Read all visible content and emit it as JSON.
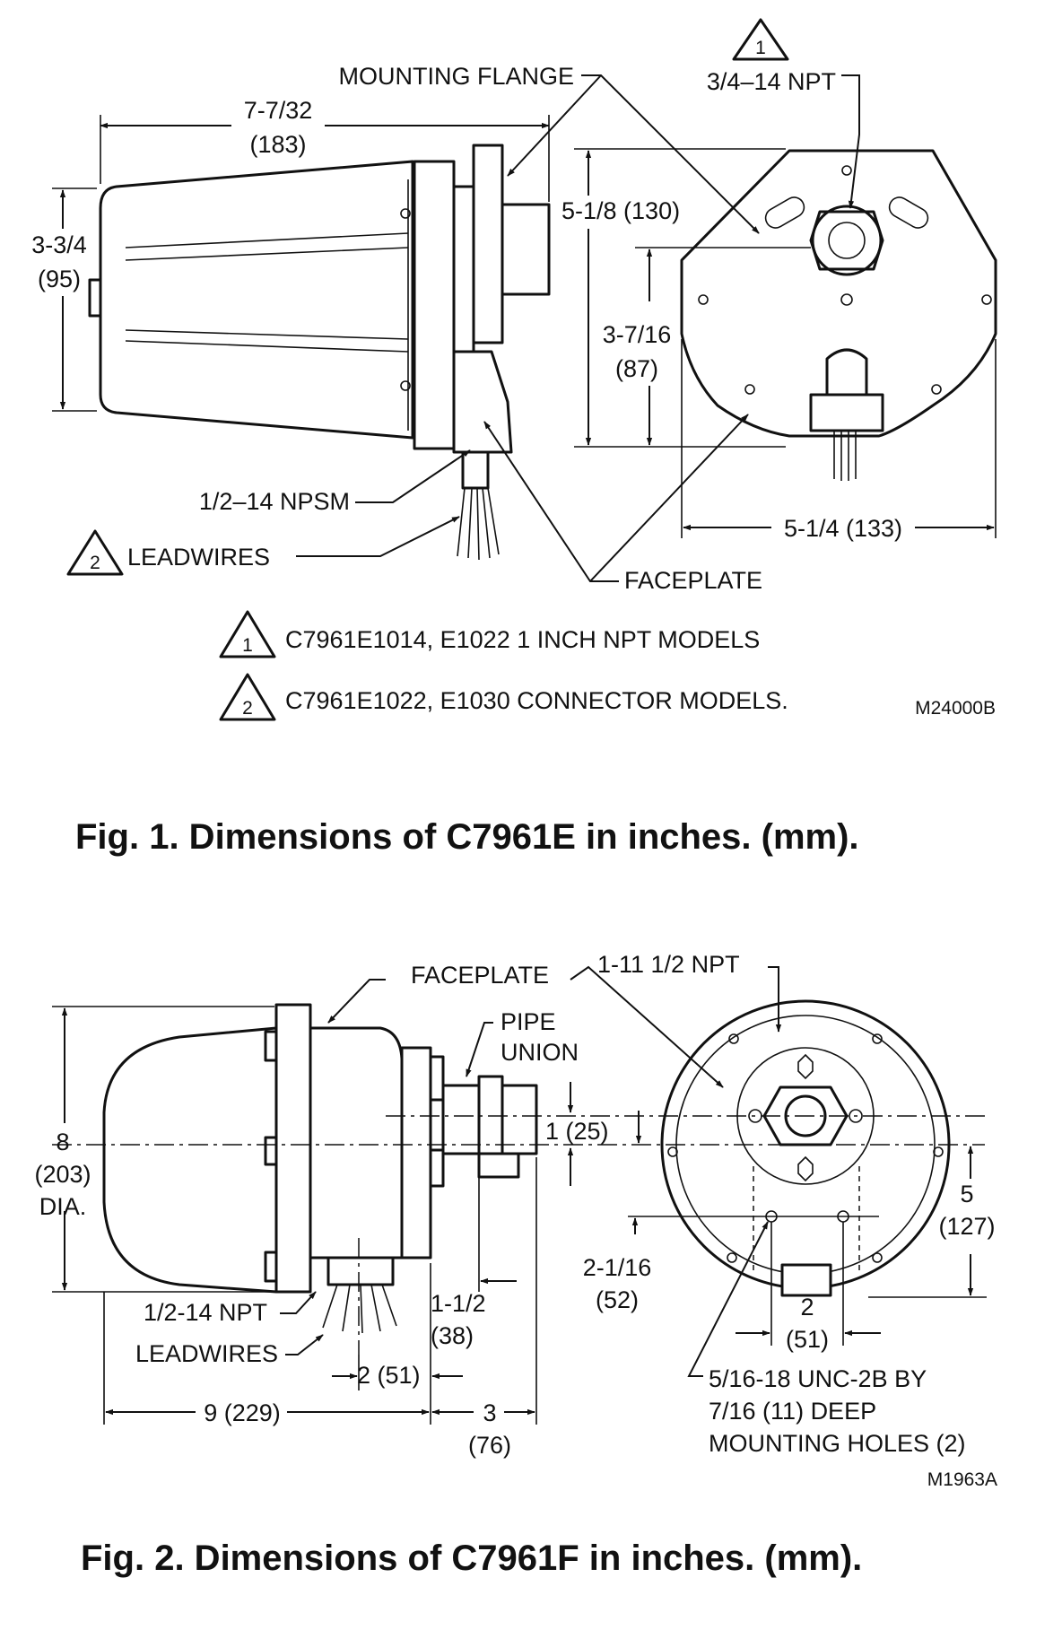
{
  "fig1": {
    "labels": {
      "mounting_flange": "MOUNTING FLANGE",
      "npt_3_4": "3/4–14 NPT",
      "length_in": "7-7/32",
      "length_mm": "(183)",
      "height_in": "3-3/4",
      "height_mm": "(95)",
      "face_height": "5-1/8 (130)",
      "inner_height_in": "3-7/16",
      "inner_height_mm": "(87)",
      "face_width": "5-1/4 (133)",
      "npsm": "1/2–14 NPSM",
      "leadwires": "LEADWIRES",
      "faceplate": "FACEPLATE",
      "marker1": "1",
      "marker2": "2"
    },
    "notes": [
      {
        "marker": "1",
        "text": "C7961E1014, E1022 1 INCH NPT MODELS"
      },
      {
        "marker": "2",
        "text": "C7961E1022, E1030 CONNECTOR MODELS."
      }
    ],
    "drawing_id": "M24000B",
    "caption": "Fig. 1.  Dimensions of C7961E in inches. (mm)."
  },
  "fig2": {
    "labels": {
      "faceplate": "FACEPLATE",
      "npt_1_11": "1-11 1/2 NPT",
      "pipe": "PIPE",
      "union": "UNION",
      "dia_in": "8",
      "dia_mm": "(203)",
      "dia_word": "DIA.",
      "offset": "1 (25)",
      "height_in": "5",
      "height_mm": "(127)",
      "hole_offset_in": "2-1/16",
      "hole_offset_mm": "(52)",
      "npt_1_2": "1/2-14 NPT",
      "leadwires": "LEADWIRES",
      "conn_in": "1-1/2",
      "conn_mm": "(38)",
      "wire_offset": "2 (51)",
      "hole_spacing_in": "2",
      "hole_spacing_mm": "(51)",
      "length": "9 (229)",
      "union_len_in": "3",
      "union_len_mm": "(76)",
      "holes_line1": "5/16-18 UNC-2B BY",
      "holes_line2": "7/16 (11) DEEP",
      "holes_line3": "MOUNTING HOLES (2)"
    },
    "drawing_id": "M1963A",
    "caption": "Fig. 2. Dimensions of C7961F in inches. (mm)."
  }
}
